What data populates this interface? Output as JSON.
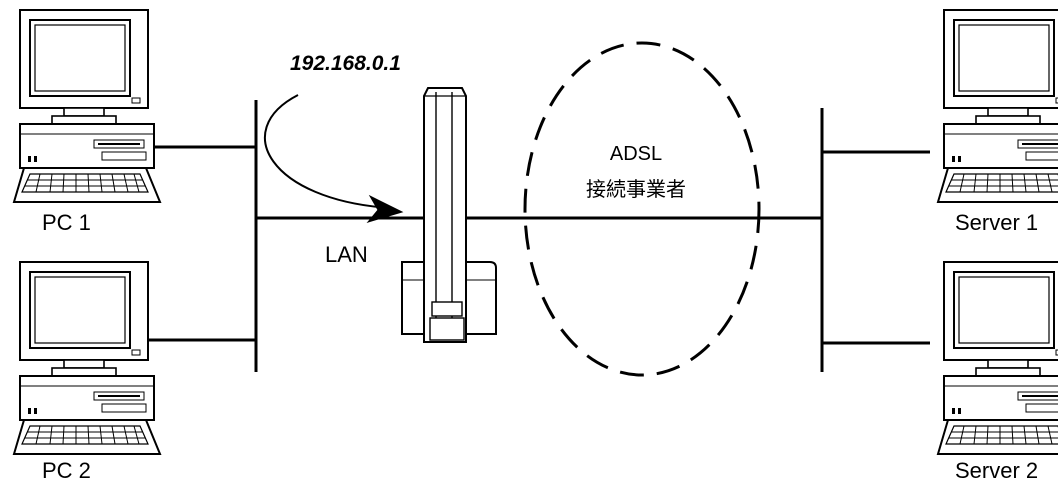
{
  "diagram": {
    "ip_address": "192.168.0.1",
    "lan_label": "LAN",
    "provider_line1": "ADSL",
    "provider_line2": "接続事業者",
    "pcs": [
      {
        "label": "PC 1"
      },
      {
        "label": "PC 2"
      }
    ],
    "servers": [
      {
        "label": "Server 1"
      },
      {
        "label": "Server 2"
      }
    ]
  },
  "colors": {
    "line": "#000000",
    "background": "#ffffff",
    "device_fill": "#ffffff"
  },
  "icons": [
    "desktop-pc-icon",
    "router-icon",
    "server-pc-icon"
  ]
}
